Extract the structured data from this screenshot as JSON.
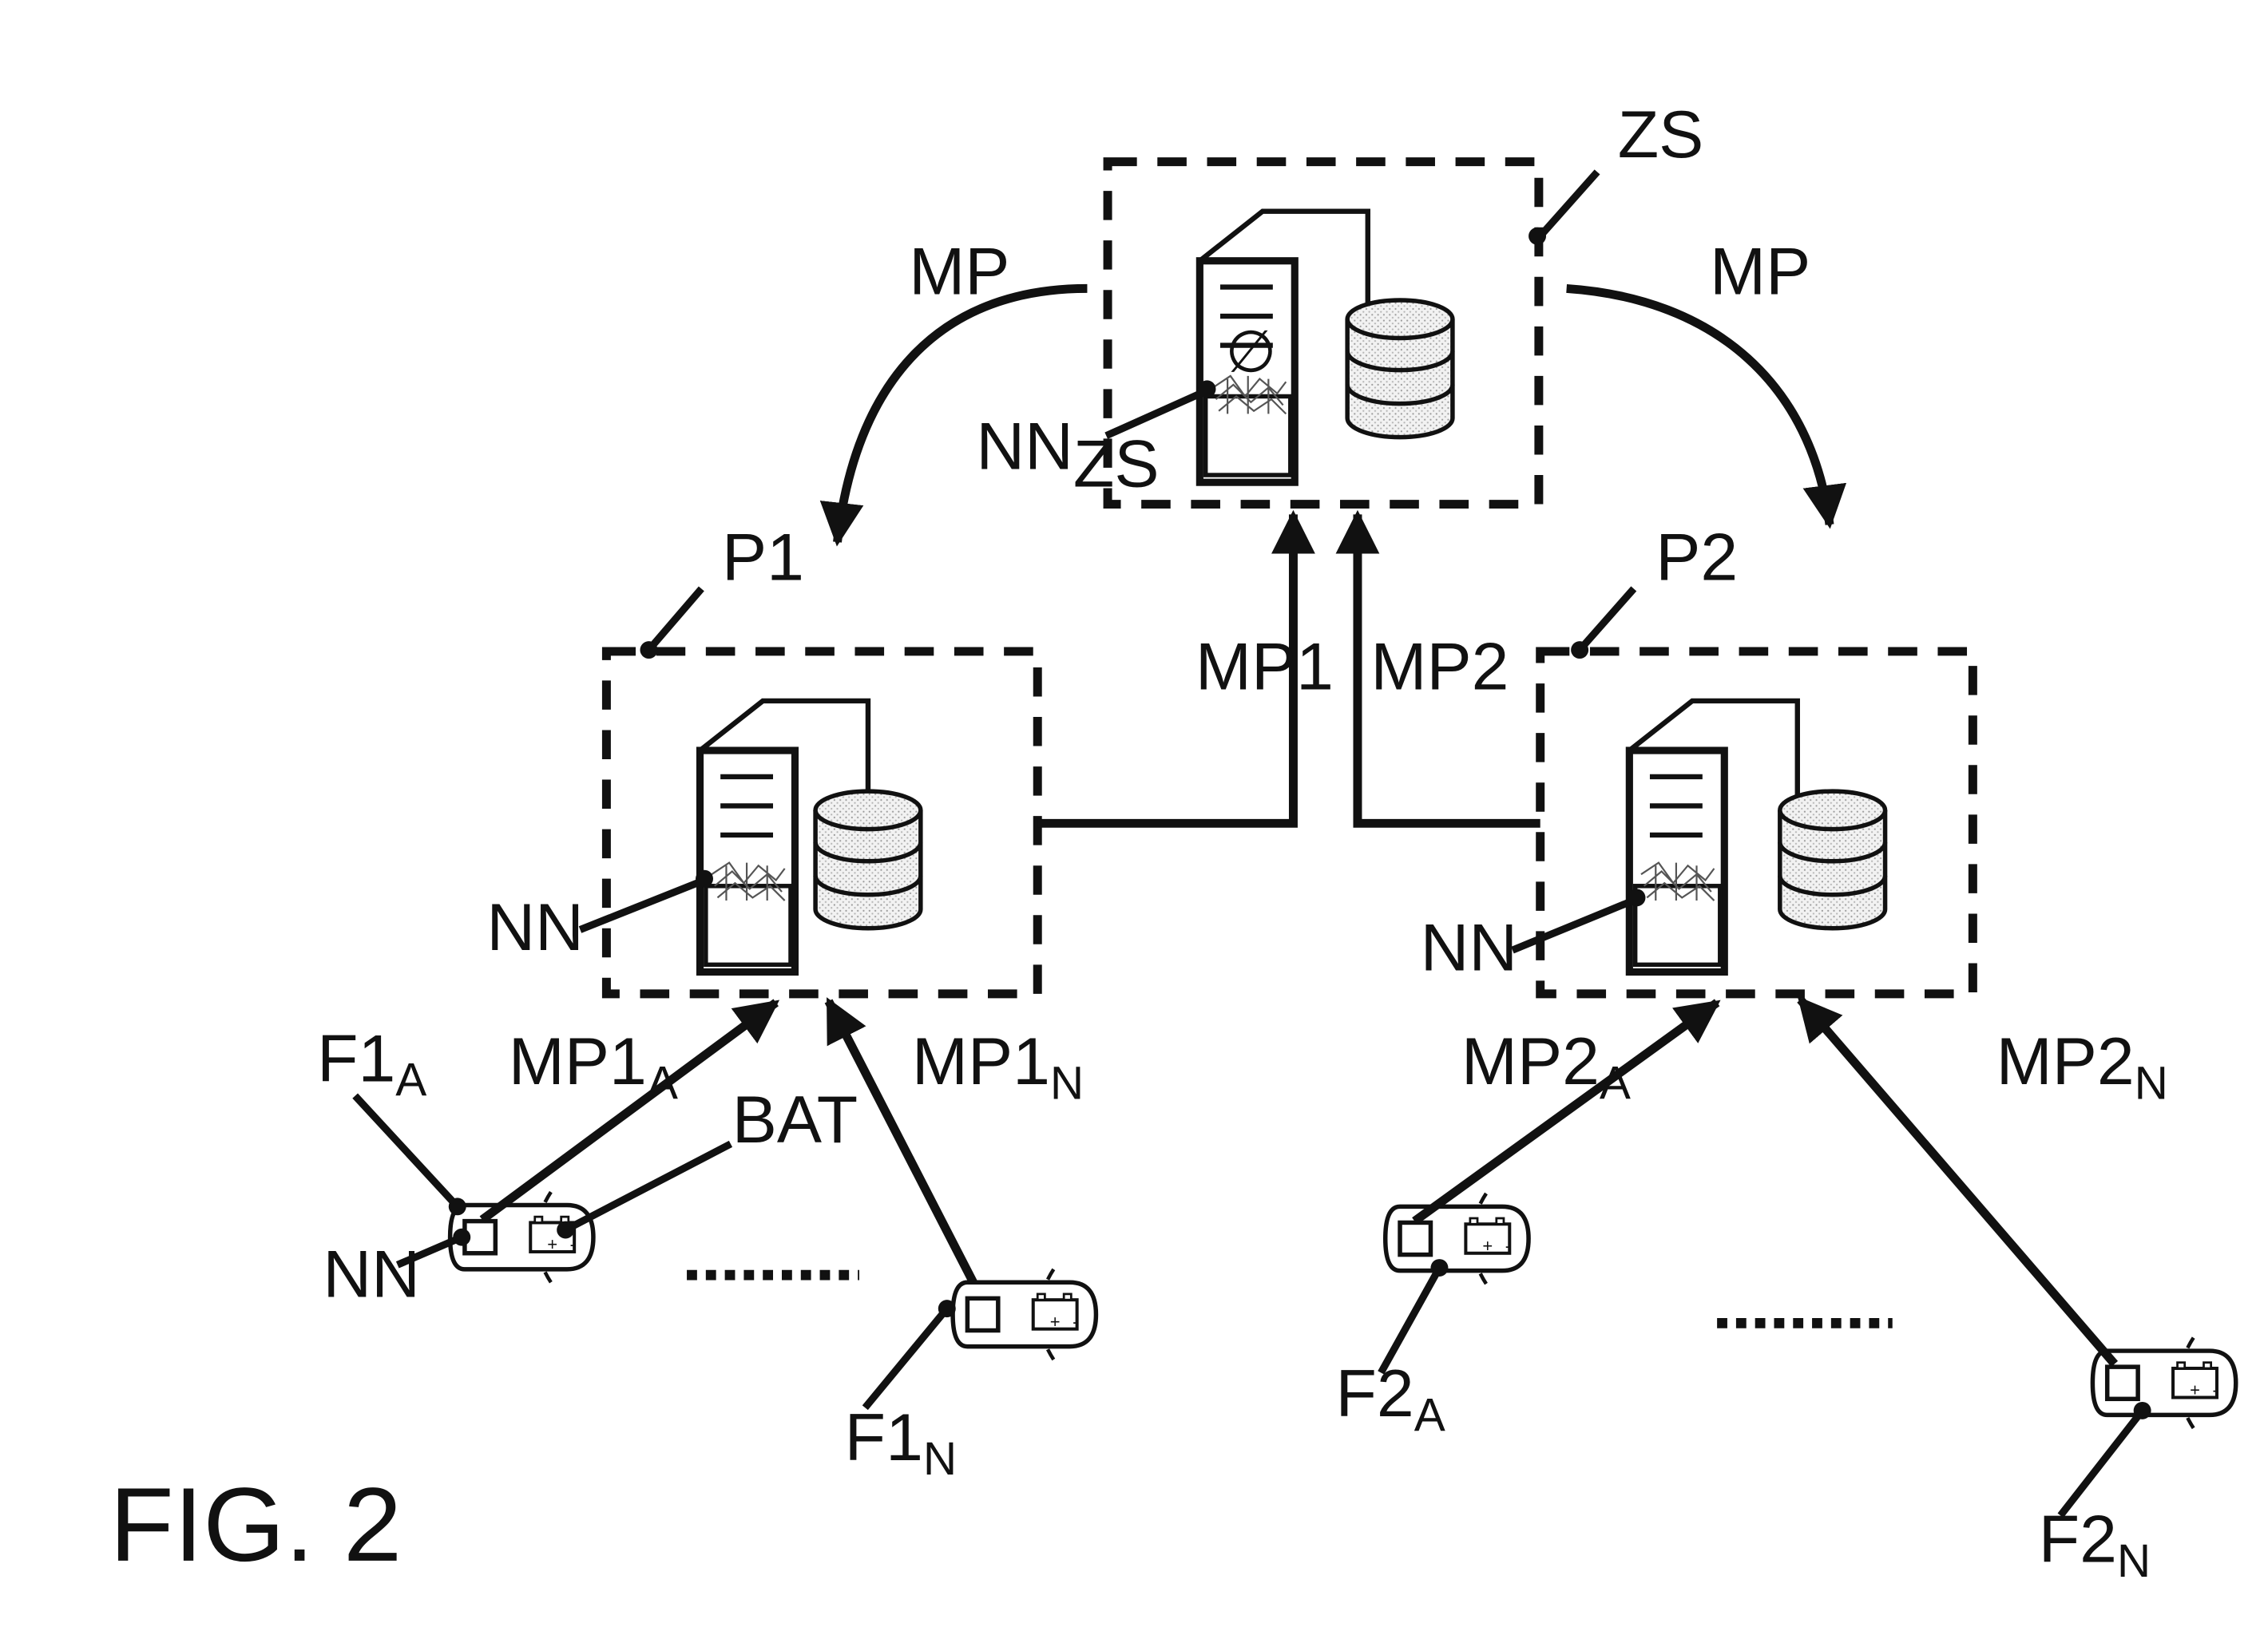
{
  "figure_label": "FIG. 2",
  "labels": {
    "zs": "ZS",
    "mp_left": "MP",
    "mp_right": "MP",
    "nn_zs_base": "NN",
    "nn_zs_sub": "ZS",
    "p1": "P1",
    "p2": "P2",
    "mp1": "MP1",
    "mp2": "MP2",
    "nn_p1": "NN",
    "nn_p2": "NN",
    "f1a_base": "F1",
    "f1a_sub": "A",
    "mp1a_base": "MP1",
    "mp1a_sub": "A",
    "mp1n_base": "MP1",
    "mp1n_sub": "N",
    "bat": "BAT",
    "nn_vehicle": "NN",
    "f1n_base": "F1",
    "f1n_sub": "N",
    "mp2a_base": "MP2",
    "mp2a_sub": "A",
    "mp2n_base": "MP2",
    "mp2n_sub": "N",
    "f2a_base": "F2",
    "f2a_sub": "A",
    "f2n_base": "F2",
    "f2n_sub": "N"
  },
  "battery_plus": "+",
  "battery_minus": "-",
  "no_model_symbol": "∅"
}
